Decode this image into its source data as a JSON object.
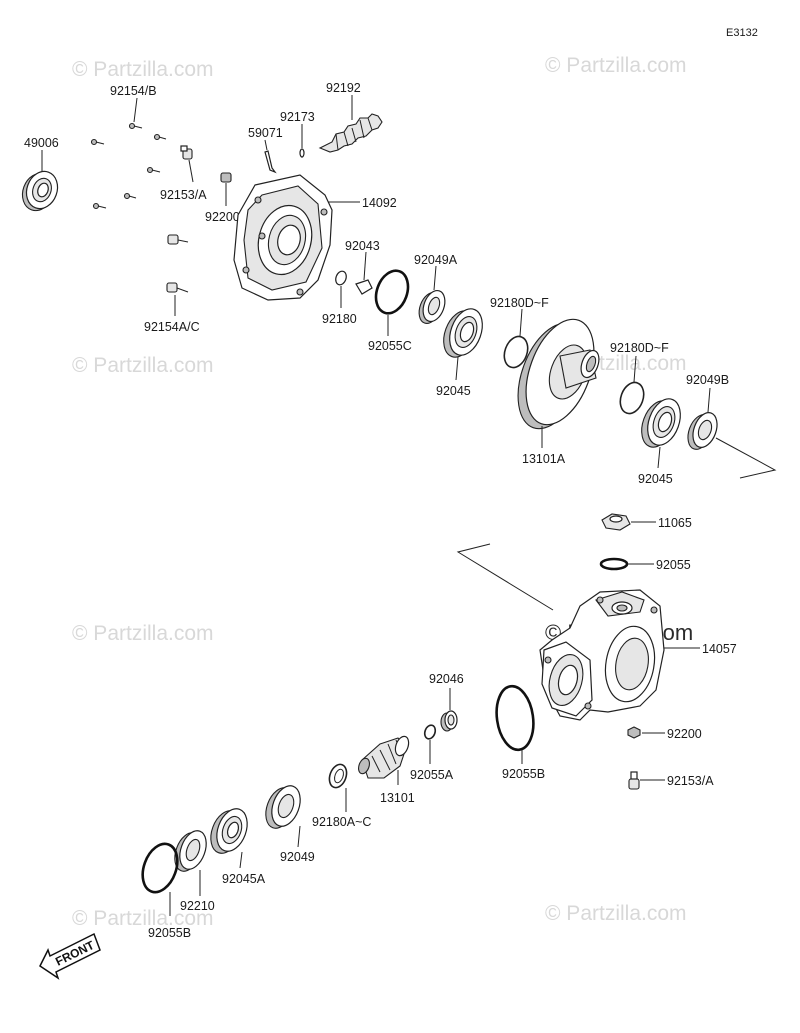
{
  "diagram_code": "E3132",
  "watermark": "© Partzilla.com",
  "front_label": "FRONT",
  "callouts": {
    "c49006": "49006",
    "c92154B": "92154/B",
    "c92153A_top": "92153/A",
    "c92200_top": "92200",
    "c92154AC": "92154A/C",
    "c59071": "59071",
    "c92173": "92173",
    "c92192": "92192",
    "c14092": "14092",
    "c92043": "92043",
    "c92180": "92180",
    "c92055C": "92055C",
    "c92049A": "92049A",
    "c92045_left": "92045",
    "c92180DF_left": "92180D~F",
    "c13101A": "13101A",
    "c92180DF_right": "92180D~F",
    "c92049B": "92049B",
    "c92045_right": "92045",
    "c11065": "11065",
    "c92055": "92055",
    "c14057": "14057",
    "c92200_right": "92200",
    "c92153A_right": "92153/A",
    "c92046": "92046",
    "c92055A": "92055A",
    "c92055B_mid": "92055B",
    "c13101": "13101",
    "c92180AC": "92180A~C",
    "c92049": "92049",
    "c92045A": "92045A",
    "c92210": "92210",
    "c92055B_bottom": "92055B"
  }
}
